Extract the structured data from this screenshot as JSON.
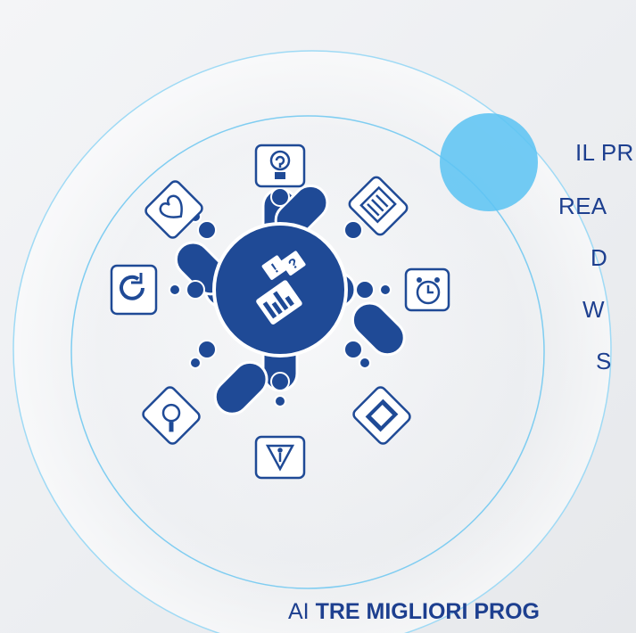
{
  "text_lines": [
    "IL PR",
    "REA",
    "D",
    "W",
    "S"
  ],
  "footer": {
    "prefix": "AI ",
    "emphasis": "TRE MIGLIORI PROG"
  },
  "colors": {
    "primary_blue": "#1f4a96",
    "accent_circle": "#5fc4f2",
    "ring_line": "#8fd3f4",
    "text_blue": "#1d3f8f"
  },
  "icons": [
    "lightbulb-icon",
    "notepad-pencil-icon",
    "alarm-clock-icon",
    "calculator-icon",
    "info-warning-icon",
    "magnifier-icon",
    "refresh-icon",
    "heart-icon",
    "documents-chart-icon"
  ]
}
